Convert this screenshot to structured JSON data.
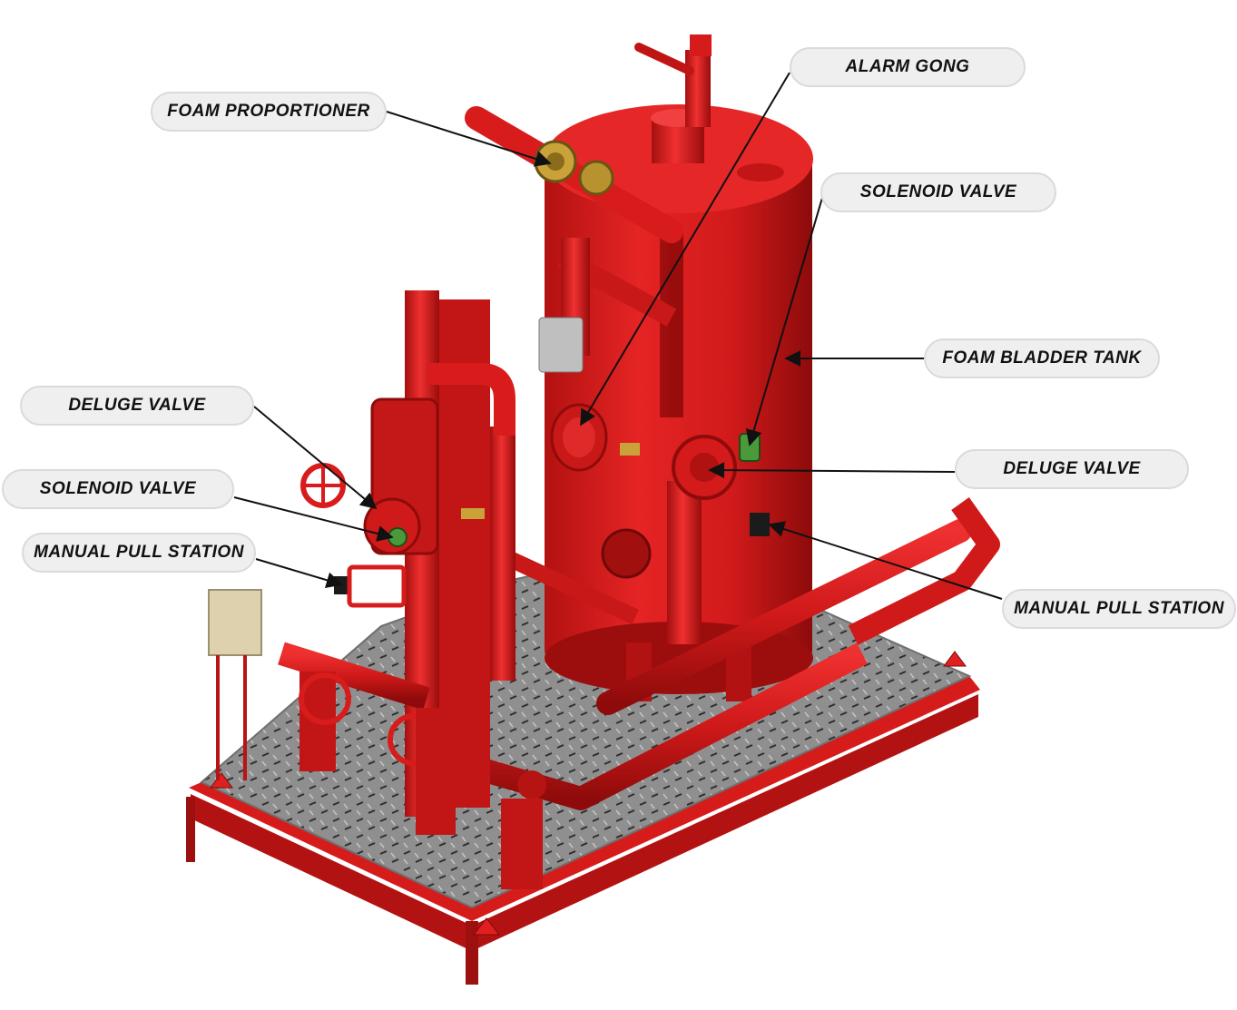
{
  "colors": {
    "equipment_red": "#d71a1a",
    "equipment_dark_red": "#9c0d0d",
    "deck_gray": "#8c8c8c",
    "callout_fill": "#efefef",
    "callout_border": "#dadada",
    "leader_line": "#111111",
    "brass": "#c9a23a",
    "control_box": "#ddd2ad"
  },
  "labels": {
    "foam_proportioner": "FOAM PROPORTIONER",
    "alarm_gong": "ALARM GONG",
    "solenoid_valve_right": "SOLENOID VALVE",
    "foam_bladder_tank": "FOAM BLADDER TANK",
    "deluge_valve_left": "DELUGE VALVE",
    "solenoid_valve_left": "SOLENOID VALVE",
    "manual_pull_station_left": "MANUAL PULL STATION",
    "deluge_valve_right": "DELUGE VALVE",
    "manual_pull_station_right": "MANUAL PULL STATION"
  }
}
